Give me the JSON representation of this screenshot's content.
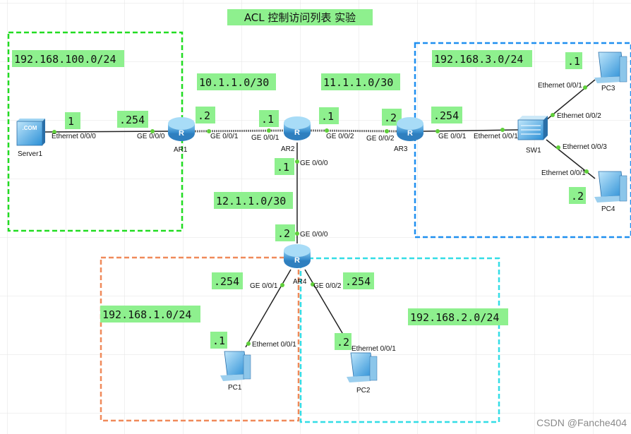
{
  "title": "ACL 控制访问列表 实验",
  "watermark": "CSDN @Fanche404",
  "colors": {
    "label_bg": "#8ef08e",
    "zone_green": "#22dd22",
    "zone_blue": "#1f8ff0",
    "zone_orange": "#f08a5a",
    "zone_cyan": "#33dde6",
    "link": "#222222",
    "port_dot": "#5fcf3a",
    "router_body": "#4aa8e0"
  },
  "networks": {
    "server_net": "192.168.100.0/24",
    "pc3_net": "192.168.3.0/24",
    "pc1_net": "192.168.1.0/24",
    "pc2_net": "192.168.2.0/24",
    "ar1_ar2_net": "10.1.1.0/30",
    "ar2_ar3_net": "11.1.1.0/30",
    "ar2_ar4_net": "12.1.1.0/30"
  },
  "ip_labels": {
    "server1": "1",
    "ar1_g000": ".254",
    "ar1_g001": ".2",
    "ar2_g001": ".1",
    "ar2_g002": ".1",
    "ar3_g002": ".2",
    "ar3_g001": ".254",
    "ar2_g000": ".1",
    "ar4_g000": ".2",
    "ar4_g001": ".254",
    "ar4_g002": ".254",
    "pc1": ".1",
    "pc2": ".2",
    "pc3": ".1",
    "pc4": ".2"
  },
  "devices": {
    "server1": "Server1",
    "ar1": "AR1",
    "ar2": "AR2",
    "ar3": "AR3",
    "ar4": "AR4",
    "sw1": "SW1",
    "pc1": "PC1",
    "pc2": "PC2",
    "pc3": "PC3",
    "pc4": "PC4",
    "server_badge": ".COM"
  },
  "ports": {
    "server1_eth": "Ethernet 0/0/0",
    "ar1_ge000": "GE 0/0/0",
    "ar1_ge001": "GE 0/0/1",
    "ar2_ge001": "GE 0/0/1",
    "ar2_ge002": "GE 0/0/2",
    "ar2_ge000": "GE 0/0/0",
    "ar3_ge002": "GE 0/0/2",
    "ar3_ge001": "GE 0/0/1",
    "sw1_eth001": "Ethernet 0/0/1",
    "sw1_eth002": "Ethernet 0/0/2",
    "sw1_eth003": "Ethernet 0/0/3",
    "pc3_eth": "Ethernet 0/0/1",
    "pc4_eth": "Ethernet 0/0/1",
    "ar4_ge000": "GE 0/0/0",
    "ar4_ge001": "GE 0/0/1",
    "ar4_ge002": "GE 0/0/2",
    "pc1_eth": "Ethernet 0/0/1",
    "pc2_eth": "Ethernet 0/0/1"
  }
}
